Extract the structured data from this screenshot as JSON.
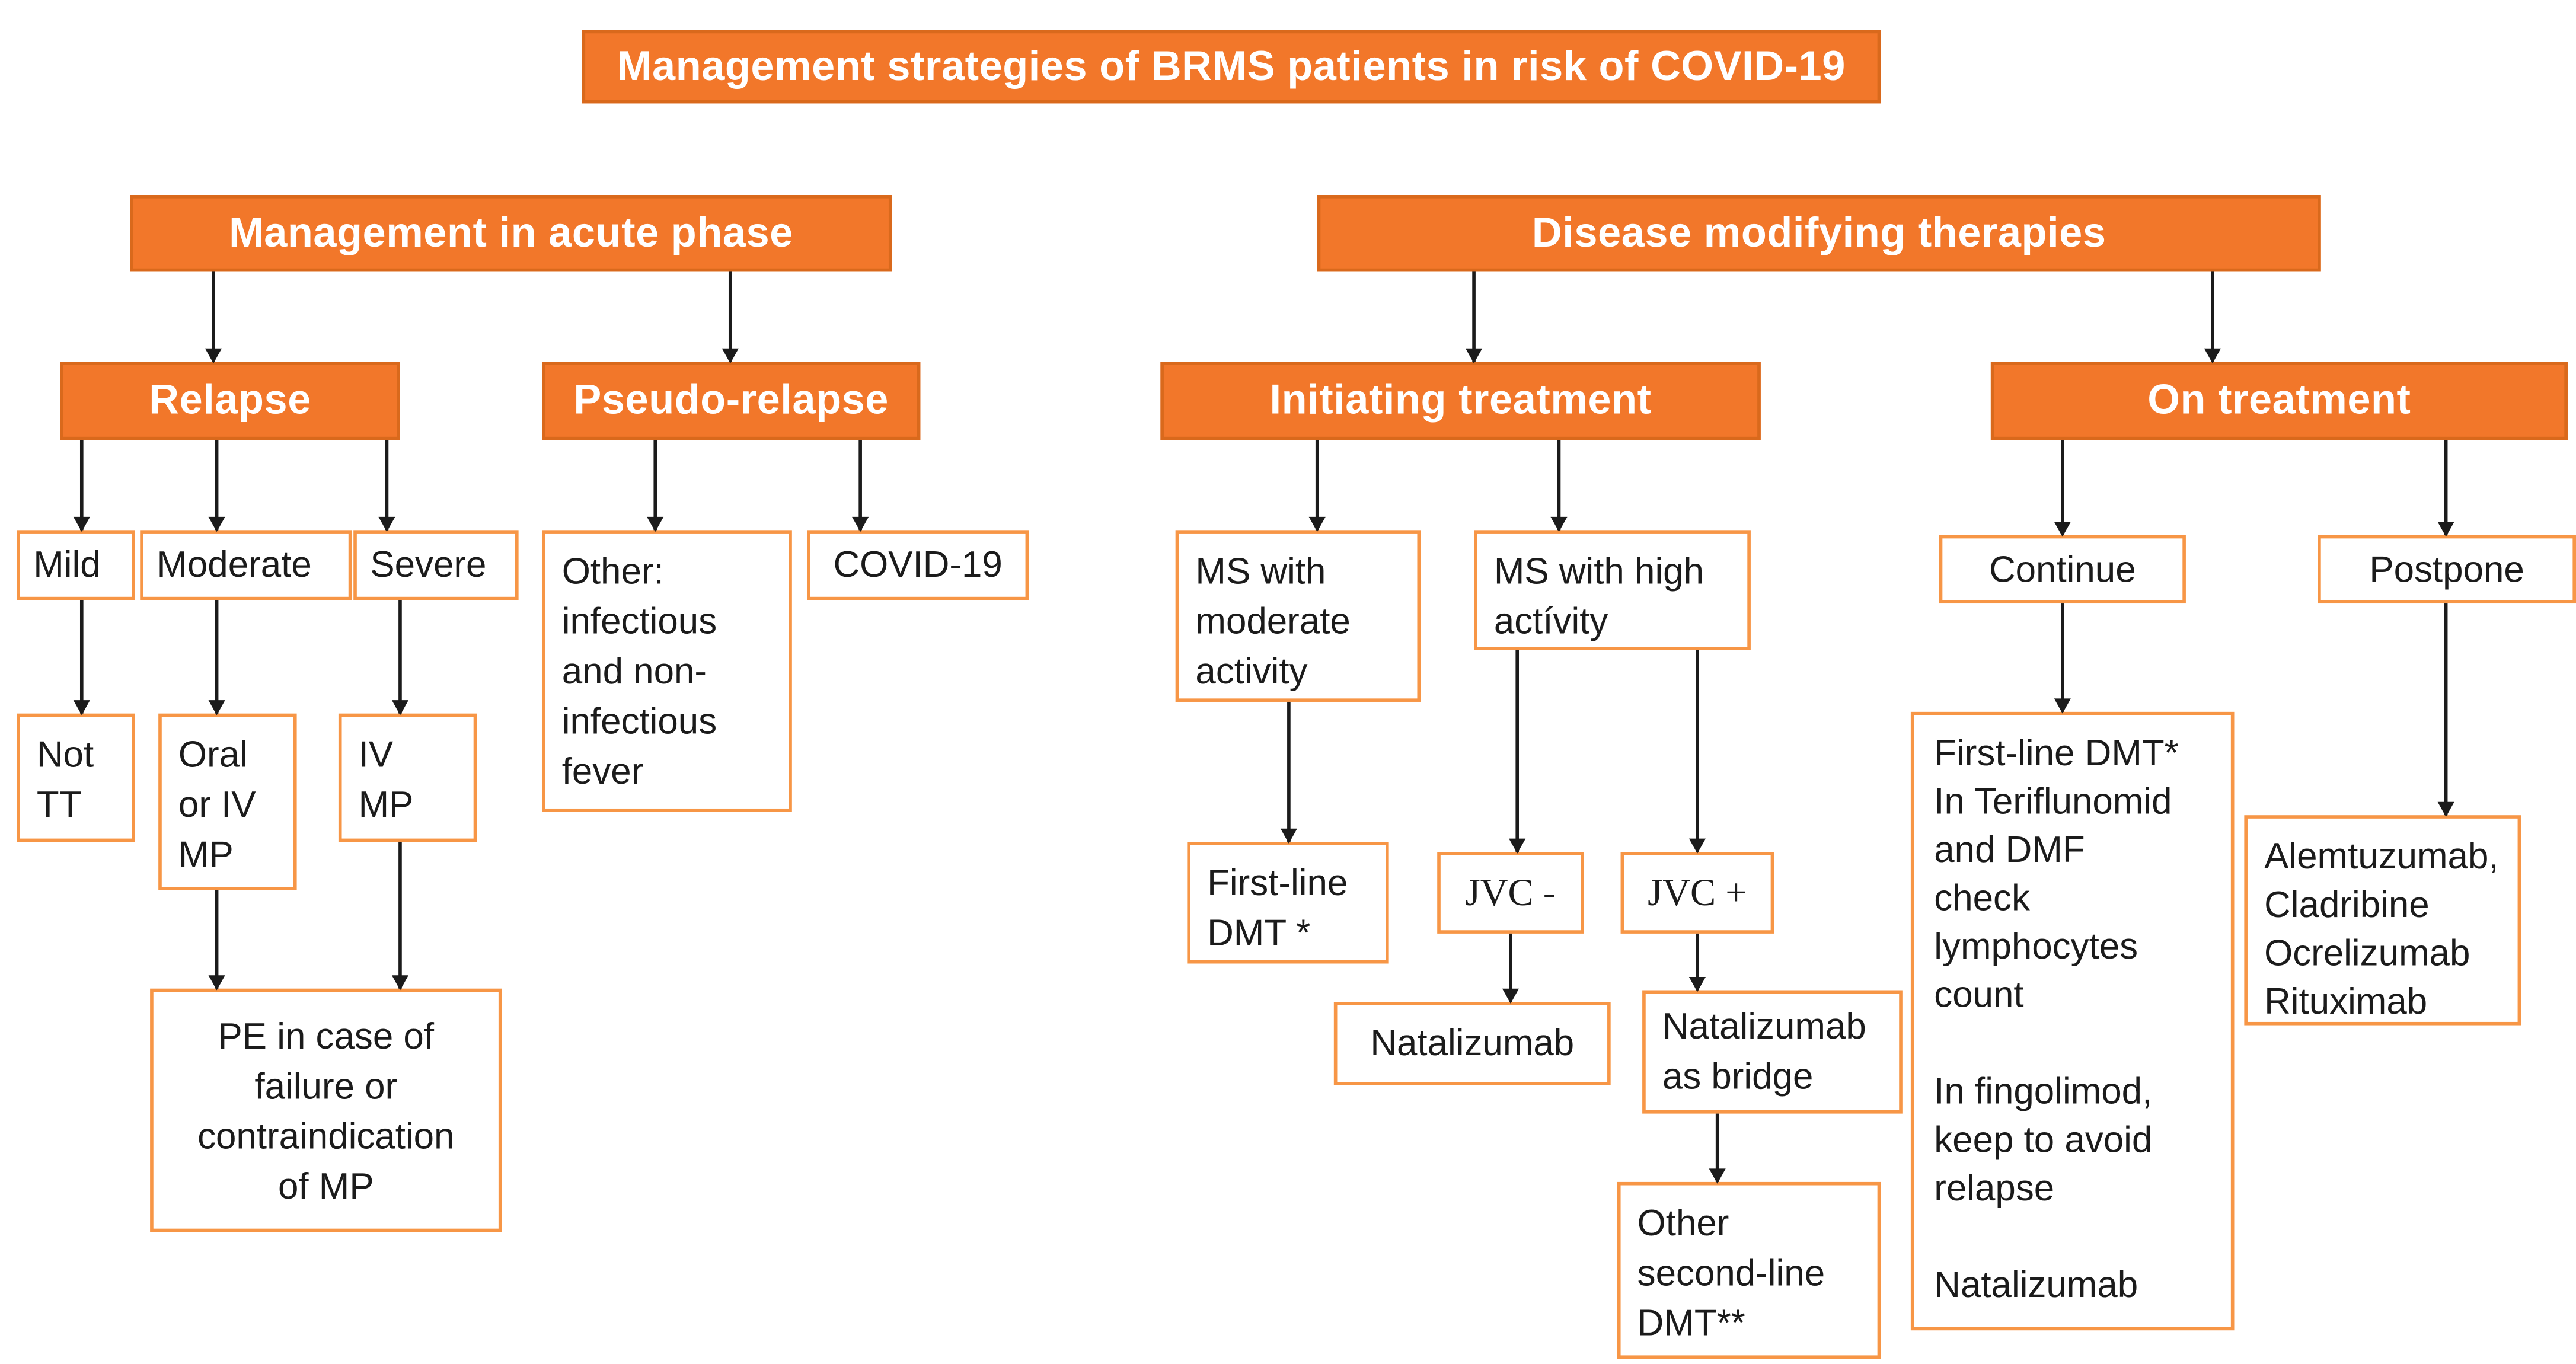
{
  "figure_title": "Management strategies of BRMS patients in risk of COVID-19",
  "colors": {
    "header_fill": "#F2772A",
    "header_border": "#D9691C",
    "header_text": "#FFFFFF",
    "box_border": "#F79646",
    "text": "#1B1B1B",
    "arrow": "#1B1B1B",
    "background": "#FFFFFF"
  },
  "acute": {
    "header": "Management in acute phase",
    "relapse": {
      "label": "Relapse",
      "mild": "Mild",
      "moderate": "Moderate",
      "severe": "Severe",
      "not_tt": "Not\nTT",
      "oral_iv_mp": "Oral\nor IV\nMP",
      "iv_mp": "IV\nMP",
      "pe": "PE in case of\nfailure  or\ncontraindication\nof MP"
    },
    "pseudo_relapse": {
      "label": "Pseudo-relapse",
      "other_fever": "Other:\ninfectious\nand  non-\ninfectious\nfever",
      "covid": "COVID-19"
    }
  },
  "dmt": {
    "header": "Disease modifying therapies",
    "initiating": {
      "label": "Initiating treatment",
      "ms_moderate": "MS with\nmoderate\nactivity",
      "ms_high": "MS with high\nactívity",
      "first_line": "First-line\nDMT *",
      "jvc_negative": "JVC -",
      "jvc_positive": "JVC +",
      "natalizumab": "Natalizumab",
      "natalizumab_bridge": "Natalizumab\nas bridge",
      "other_second_line": "Other\nsecond-line\nDMT**"
    },
    "on_treatment": {
      "label": "On treatment",
      "continue_label": "Continue",
      "postpone_label": "Postpone",
      "continue_detail": "First-line DMT*\nIn Teriflunomid\nand DMF\ncheck\nlymphocytes\ncount\n\nIn fingolimod,\nkeep to avoid\nrelapse\n\nNatalizumab",
      "postpone_detail": "Alemtuzumab,\nCladribine\nOcrelizumab\nRituximab"
    }
  }
}
